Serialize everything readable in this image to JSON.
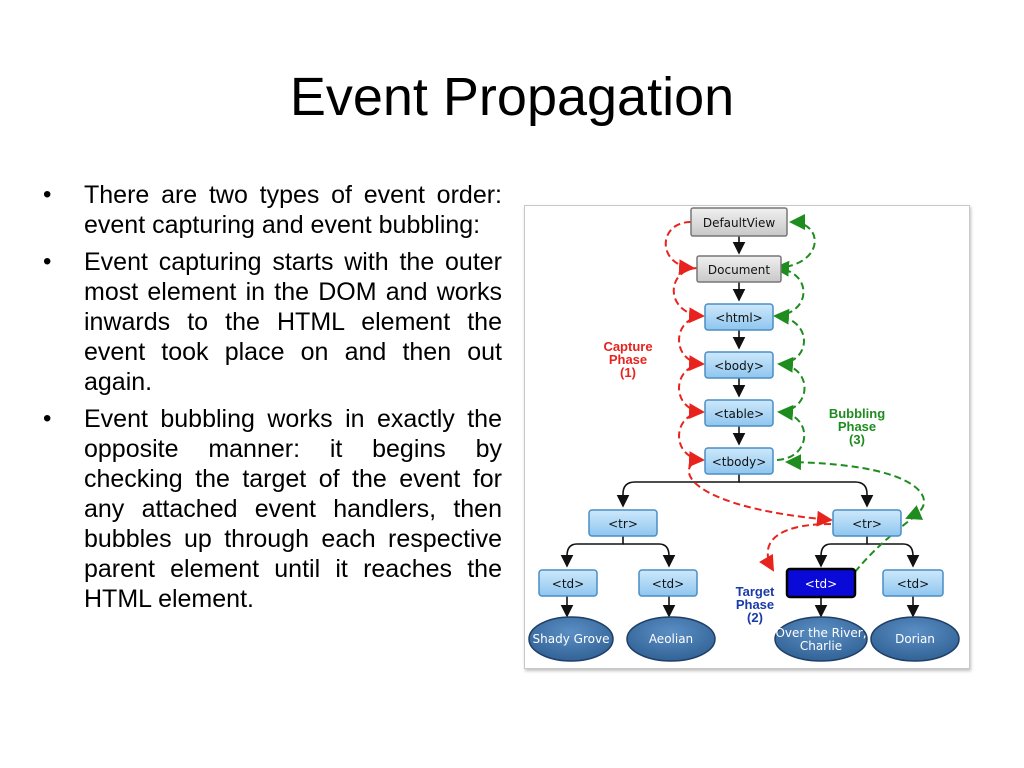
{
  "slide": {
    "title": "Event Propagation",
    "bullets": [
      "There are two types of event order: event capturing and event bubbling:",
      "Event capturing starts with the outer most element in the DOM and works inwards to the HTML element the event took place on and then out again.",
      "Event bubbling works in exactly the opposite manner: it begins by checking the target of the event for any attached event handlers, then bubbles up through each respective parent element until it reaches the HTML element."
    ]
  },
  "diagram": {
    "nodes": {
      "defaultview": "DefaultView",
      "document": "Document",
      "html": "<html>",
      "body": "<body>",
      "table": "<table>",
      "tbody": "<tbody>",
      "tr_left": "<tr>",
      "tr_right": "<tr>",
      "td_1": "<td>",
      "td_2": "<td>",
      "td_3": "<td>",
      "td_4": "<td>"
    },
    "leaves": {
      "shady_grove": "Shady Grove",
      "aeolian": "Aeolian",
      "over_the_river_1": "Over the River,",
      "over_the_river_2": "Charlie",
      "dorian": "Dorian"
    },
    "labels": {
      "capture_1": "Capture",
      "capture_2": "Phase",
      "capture_3": "(1)",
      "bubbling_1": "Bubbling",
      "bubbling_2": "Phase",
      "bubbling_3": "(3)",
      "target_1": "Target",
      "target_2": "Phase",
      "target_3": "(2)"
    },
    "colors": {
      "capture": "#e8231e",
      "bubbling": "#1e8c1e",
      "target_label": "#1a3aa8",
      "node_fill": "#a9d4f5",
      "node_border": "#4a8ec4",
      "target_fill": "#0a0ad8",
      "gray_fill": "#d8d8d8",
      "leaf_fill": "#3d6fa3"
    }
  }
}
